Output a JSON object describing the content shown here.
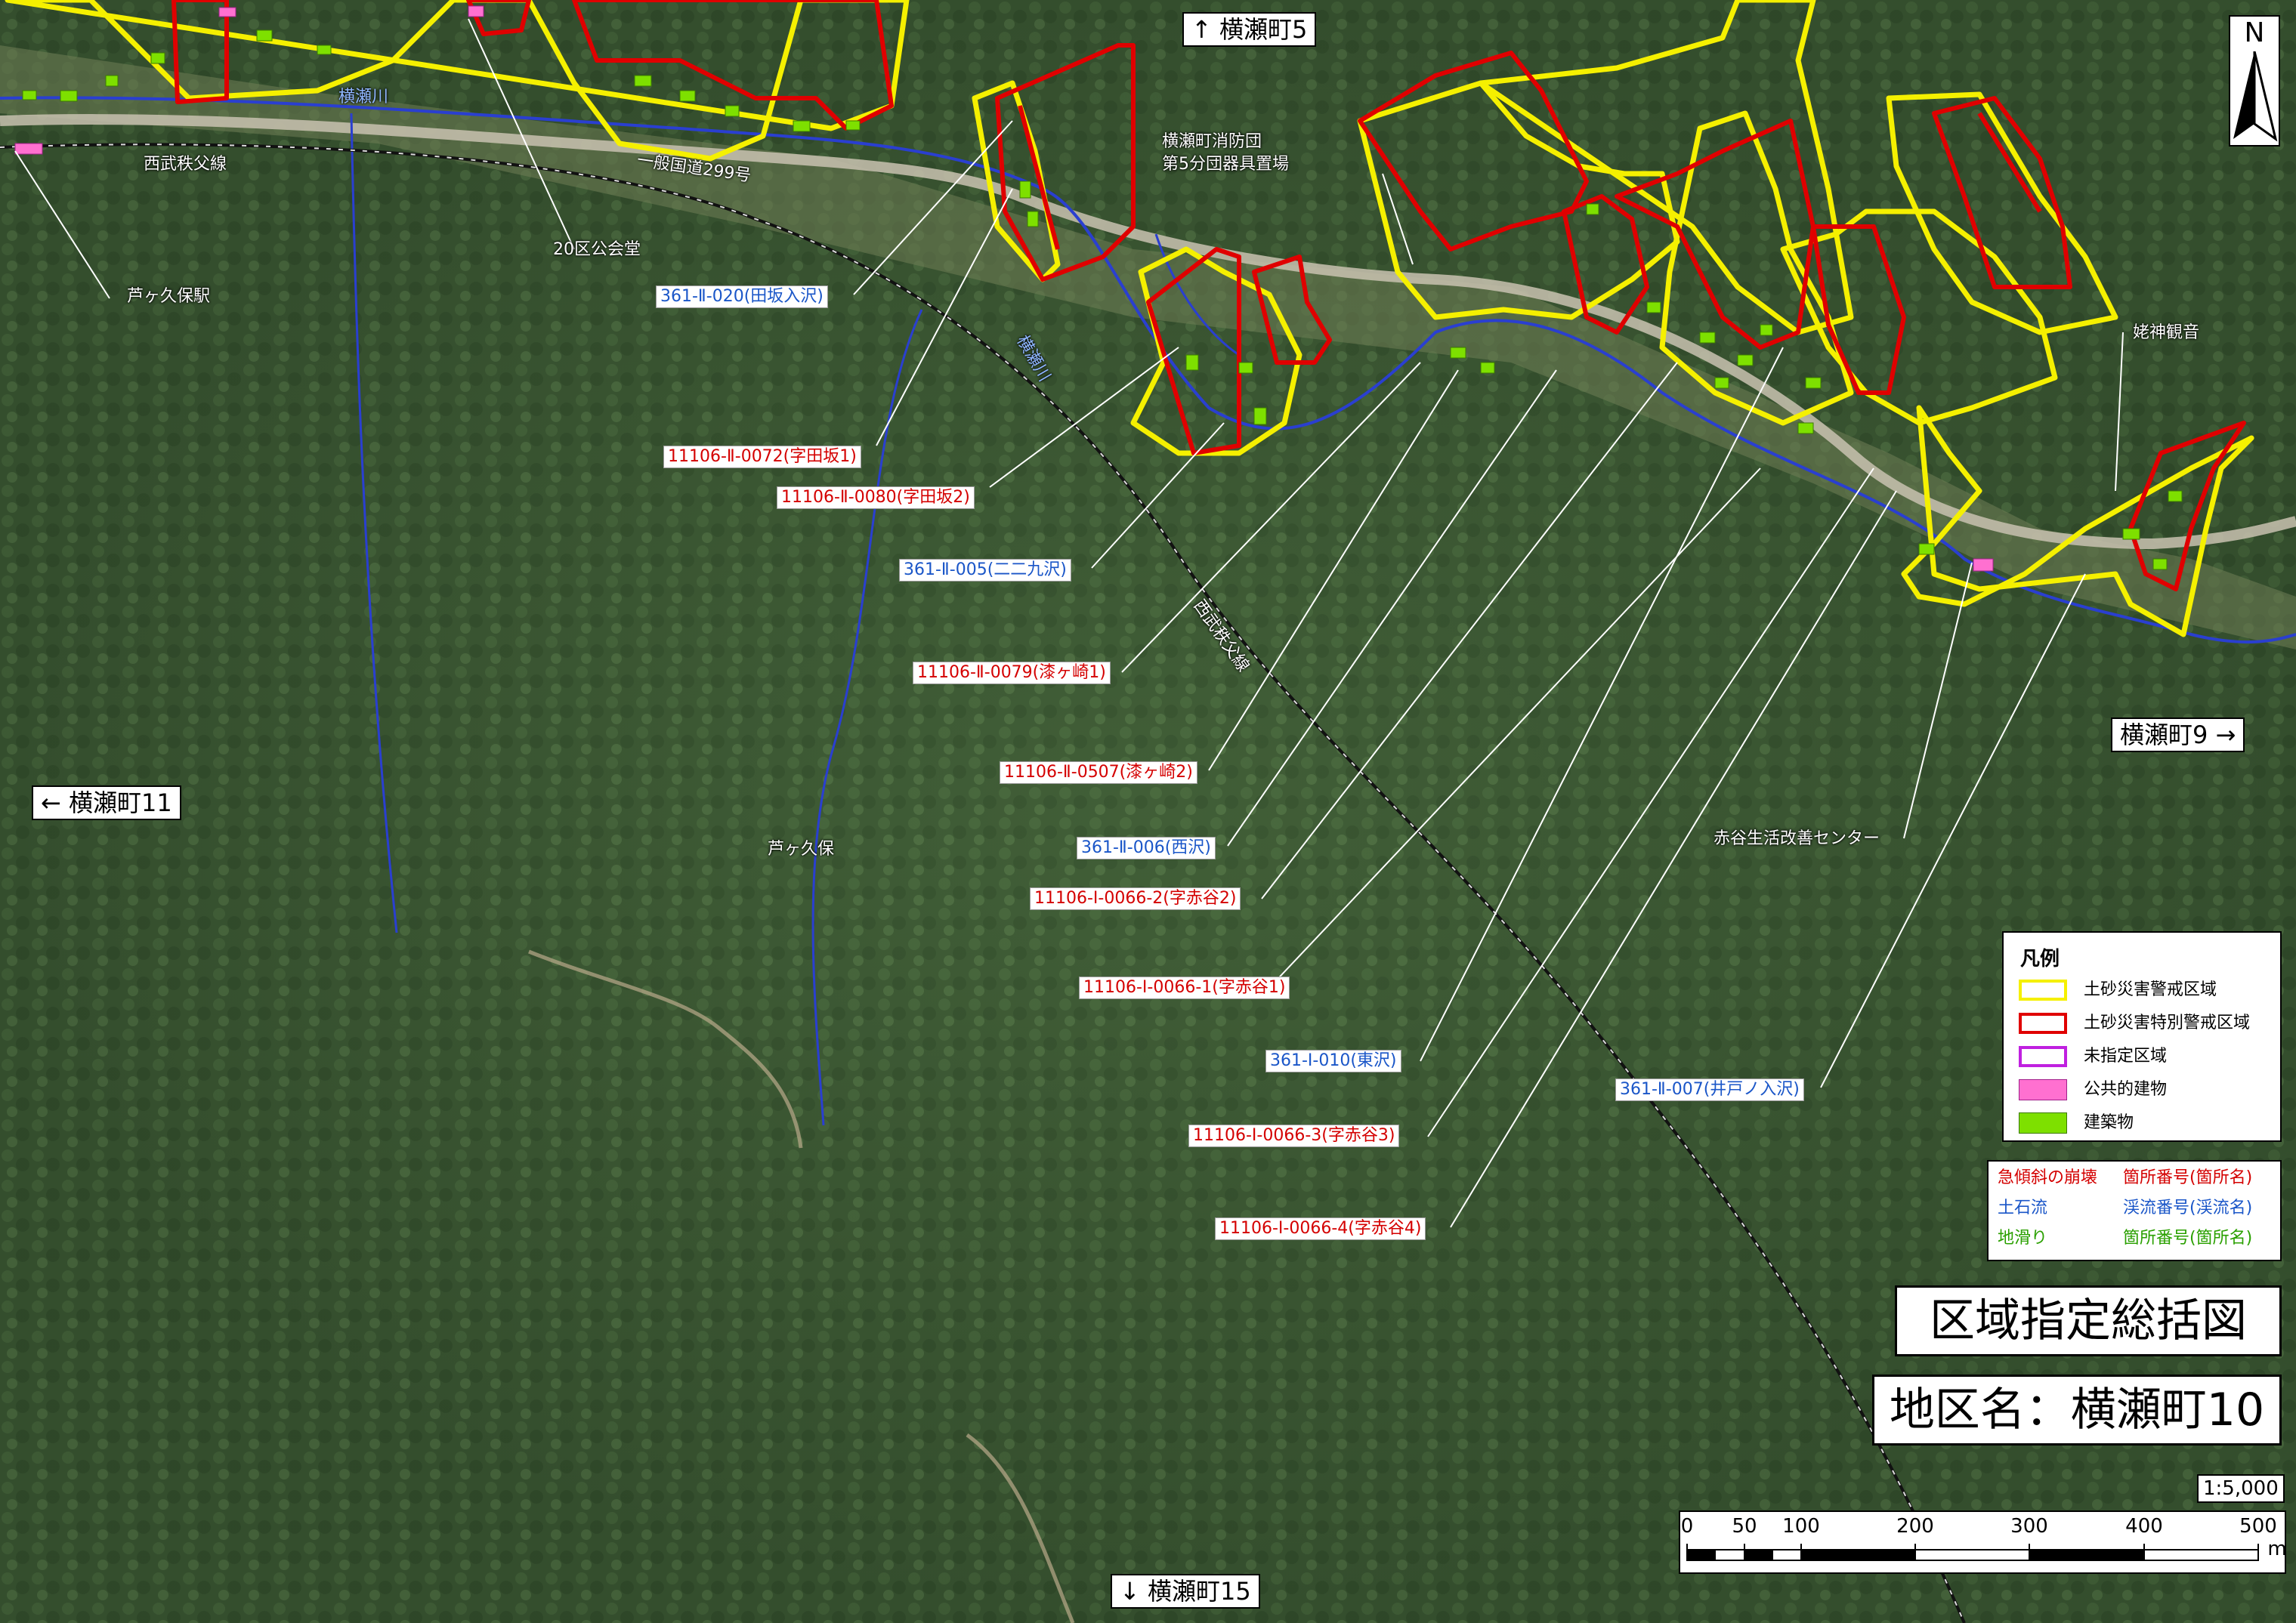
{
  "title": "区域指定総括図",
  "district": "地区名：横瀬町10",
  "scale_ratio": "1:5,000",
  "scale_ticks": [
    "0",
    "50",
    "100",
    "200",
    "300",
    "400",
    "500"
  ],
  "scale_unit": "m",
  "north_label": "N",
  "nav": {
    "north": "↑ 横瀬町5",
    "south": "↓ 横瀬町15",
    "west": "← 横瀬町11",
    "east": "横瀬町9 →"
  },
  "places": {
    "river1": "横瀬川",
    "river2": "横瀬川",
    "rail1": "西武秩父線",
    "rail2": "西武秩父線",
    "road": "一般国道299号",
    "station": "芦ヶ久保駅",
    "hall": "20区公会堂",
    "firehouse_1": "横瀬町消防団",
    "firehouse_2": "第5分団器具置場",
    "shrine": "姥神観音",
    "center": "赤谷生活改善センター",
    "area": "芦ヶ久保"
  },
  "sites": [
    {
      "text": "361-Ⅱ-020(田坂入沢)",
      "color": "blue"
    },
    {
      "text": "11106-Ⅱ-0072(字田坂1)",
      "color": "red"
    },
    {
      "text": "11106-Ⅱ-0080(字田坂2)",
      "color": "red"
    },
    {
      "text": "361-Ⅱ-005(二二九沢)",
      "color": "blue"
    },
    {
      "text": "11106-Ⅱ-0079(漆ヶ崎1)",
      "color": "red"
    },
    {
      "text": "11106-Ⅱ-0507(漆ヶ崎2)",
      "color": "red"
    },
    {
      "text": "361-Ⅱ-006(西沢)",
      "color": "blue"
    },
    {
      "text": "11106-Ⅰ-0066-2(字赤谷2)",
      "color": "red"
    },
    {
      "text": "11106-Ⅰ-0066-1(字赤谷1)",
      "color": "red"
    },
    {
      "text": "361-Ⅰ-010(東沢)",
      "color": "blue"
    },
    {
      "text": "11106-Ⅰ-0066-3(字赤谷3)",
      "color": "red"
    },
    {
      "text": "11106-Ⅰ-0066-4(字赤谷4)",
      "color": "red"
    },
    {
      "text": "361-Ⅱ-007(井戸ノ入沢)",
      "color": "blue"
    }
  ],
  "legend": {
    "title": "凡例",
    "items": [
      {
        "label": "土砂災害警戒区域",
        "color": "#f5f000"
      },
      {
        "label": "土砂災害特別警戒区域",
        "color": "#e00000"
      },
      {
        "label": "未指定区域",
        "color": "#c020e0"
      },
      {
        "label": "公共的建物",
        "color": "#ff70d0"
      },
      {
        "label": "建築物",
        "color": "#7ee000"
      }
    ]
  },
  "key": {
    "steep_slope": "急傾斜の崩壊",
    "steep_slope_id": "箇所番号(箇所名)",
    "debris_flow": "土石流",
    "debris_flow_id": "渓流番号(渓流名)",
    "landslide": "地滑り",
    "landslide_id": "箇所番号(箇所名)"
  },
  "colors": {
    "warning_zone": "#f5f000",
    "special_zone": "#e00000",
    "building": "#7ee000",
    "public_building": "#ff70d0",
    "river": "#2a3fd0",
    "forest": "#3b5a33"
  }
}
